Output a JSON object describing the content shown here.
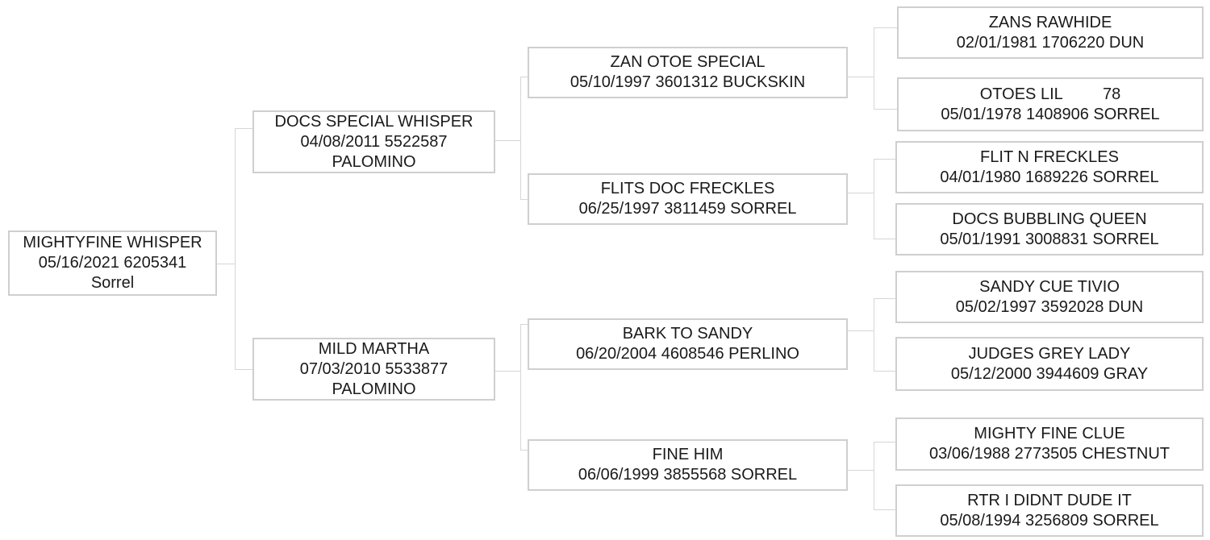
{
  "pedigree": {
    "subject": {
      "lines": [
        "MIGHTYFINE WHISPER",
        "05/16/2021 6205341",
        "Sorrel"
      ]
    },
    "sire": {
      "lines": [
        "DOCS SPECIAL WHISPER",
        "04/08/2011 5522587",
        "PALOMINO"
      ]
    },
    "dam": {
      "lines": [
        "MILD MARTHA",
        "07/03/2010 5533877",
        "PALOMINO"
      ]
    },
    "sire_sire": {
      "lines": [
        "ZAN OTOE SPECIAL",
        "05/10/1997 3601312 BUCKSKIN"
      ]
    },
    "sire_dam": {
      "lines": [
        "FLITS DOC FRECKLES",
        "06/25/1997 3811459 SORREL"
      ]
    },
    "dam_sire": {
      "lines": [
        "BARK TO SANDY",
        "06/20/2004 4608546 PERLINO"
      ]
    },
    "dam_dam": {
      "lines": [
        "FINE HIM",
        "06/06/1999 3855568 SORREL"
      ]
    },
    "sire_sire_sire": {
      "lines": [
        "ZANS RAWHIDE",
        "02/01/1981 1706220 DUN"
      ]
    },
    "sire_sire_dam": {
      "lines": [
        "OTOES LIL         78",
        "05/01/1978 1408906 SORREL"
      ]
    },
    "sire_dam_sire": {
      "lines": [
        "FLIT N FRECKLES",
        "04/01/1980 1689226 SORREL"
      ]
    },
    "sire_dam_dam": {
      "lines": [
        "DOCS BUBBLING QUEEN",
        "05/01/1991 3008831 SORREL"
      ]
    },
    "dam_sire_sire": {
      "lines": [
        "SANDY CUE TIVIO",
        "05/02/1997 3592028 DUN"
      ]
    },
    "dam_sire_dam": {
      "lines": [
        "JUDGES GREY LADY",
        "05/12/2000 3944609 GRAY"
      ]
    },
    "dam_dam_sire": {
      "lines": [
        "MIGHTY FINE CLUE",
        "03/06/1988 2773505 CHESTNUT"
      ]
    },
    "dam_dam_dam": {
      "lines": [
        "RTR I DIDNT DUDE IT",
        "05/08/1994 3256809 SORREL"
      ]
    }
  }
}
